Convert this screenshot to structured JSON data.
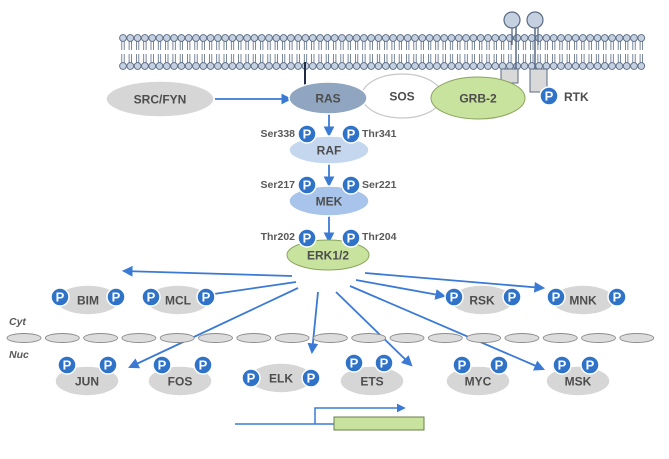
{
  "phospho_symbol": "P",
  "colors": {
    "membrane_head": "#c5d0e0",
    "membrane_stroke": "#586a85",
    "arrow": "#3a7ad5",
    "phospho": "#2f73c9",
    "gray_node": "#d6d6d6",
    "green_node": "#c8e39d",
    "ras_node": "#8fa5c0",
    "light_blue_node": "#c5d7ef",
    "mek_node": "#a9c4ea"
  },
  "membrane_complex": {
    "src_fyn": "SRC/FYN",
    "ras": "RAS",
    "sos": "SOS",
    "grb2": "GRB-2",
    "rtk": "RTK"
  },
  "cascade": {
    "raf": {
      "label": "RAF",
      "site_left": "Ser338",
      "site_right": "Thr341"
    },
    "mek": {
      "label": "MEK",
      "site_left": "Ser217",
      "site_right": "Ser221"
    },
    "erk": {
      "label": "ERK1/2",
      "site_left": "Thr202",
      "site_right": "Thr204"
    }
  },
  "compartments": {
    "cytoplasm": "Cyt",
    "nucleus": "Nuc"
  },
  "cytoplasmic_targets": [
    "BIM",
    "MCL",
    "RSK",
    "MNK"
  ],
  "nuclear_targets": [
    "JUN",
    "FOS",
    "ELK",
    "ETS",
    "MYC",
    "MSK"
  ]
}
